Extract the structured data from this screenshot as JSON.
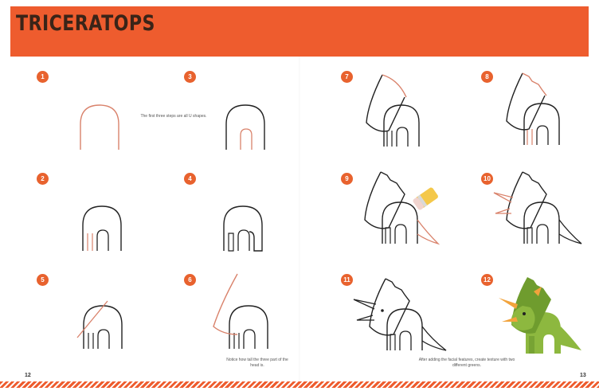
{
  "title": "TRICERATOPS",
  "steps": [
    {
      "number": "1"
    },
    {
      "number": "2"
    },
    {
      "number": "3"
    },
    {
      "number": "4"
    },
    {
      "number": "5"
    },
    {
      "number": "6"
    },
    {
      "number": "7"
    },
    {
      "number": "8"
    },
    {
      "number": "9"
    },
    {
      "number": "10"
    },
    {
      "number": "11"
    },
    {
      "number": "12"
    }
  ],
  "notes": {
    "step2": "The first three steps are all U shapes.",
    "step6": "Notice how tall the three part of the head is.",
    "step11": "After adding the facial features, create texture with two different greens."
  },
  "page_numbers": {
    "left": "12",
    "right": "13"
  },
  "colors": {
    "banner": "#ee5c2e",
    "badge": "#e8622e",
    "new_line": "#d9826b",
    "dino_green": "#8db83f"
  }
}
